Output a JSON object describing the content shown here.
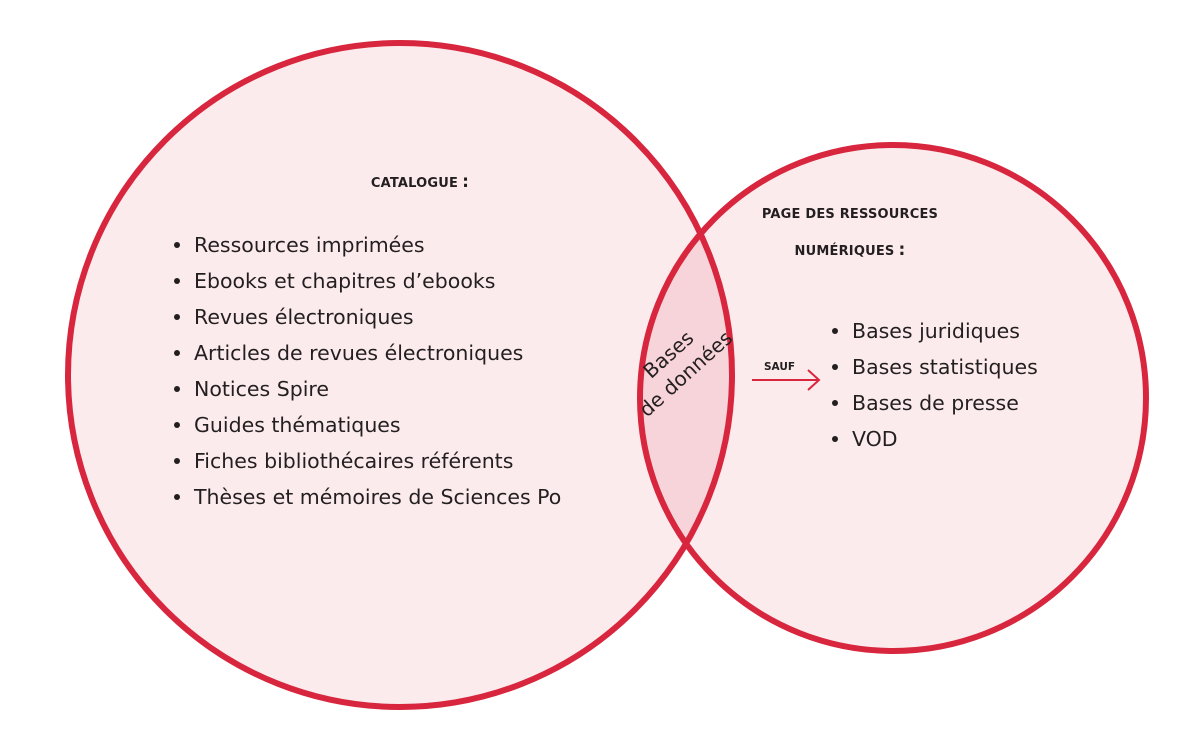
{
  "colors": {
    "circle_stroke": "#d7263d",
    "circle_fill": "#fcebed",
    "overlap_fill": "#f7d4d9",
    "arrow": "#d7263d",
    "text": "#231f20"
  },
  "catalogue": {
    "title": "CATALOGUE",
    "colon": ":",
    "items": [
      "Ressources imprimées",
      "Ebooks et chapitres d’ebooks",
      "Revues électroniques",
      "Articles de revues électroniques",
      "Notices Spire",
      "Guides thématiques",
      "Fiches bibliothécaires référents",
      "Thèses et mémoires de Sciences Po"
    ]
  },
  "numeriques": {
    "title_line1": "PAGE DES RESSOURCES",
    "title_line2": "NUMÉRIQUES",
    "colon": ":",
    "items": [
      "Bases juridiques",
      "Bases statistiques",
      "Bases de presse",
      "VOD"
    ]
  },
  "overlap": {
    "line1": "Bases",
    "line2": "de données"
  },
  "arrow": {
    "label": "SAUF",
    "icon": "arrow-right-icon"
  }
}
